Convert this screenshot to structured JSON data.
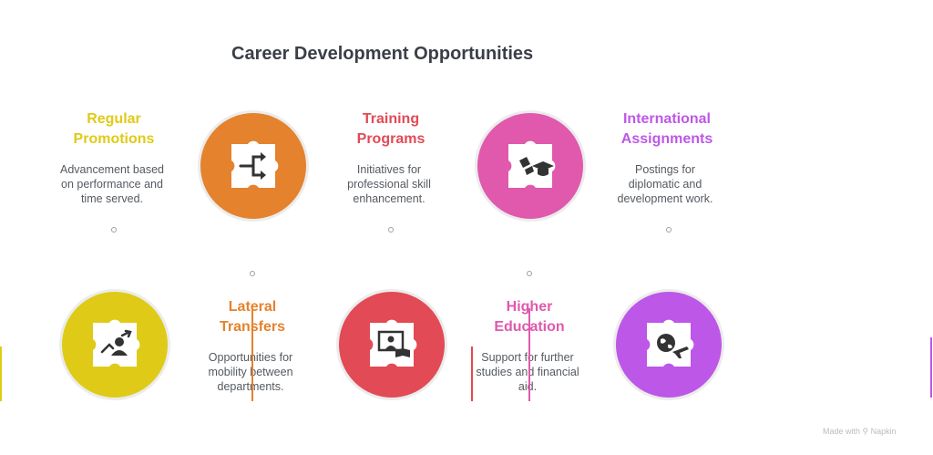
{
  "title": "Career Development Opportunities",
  "items": [
    {
      "heading_line1": "Regular",
      "heading_line2": "Promotions",
      "desc_line1": "Advancement based",
      "desc_line2": "on performance and",
      "desc_line3": "time served.",
      "color": "#dfcb17",
      "icon": "branch-arrows-icon"
    },
    {
      "heading_line1": "Lateral",
      "heading_line2": "Transfers",
      "desc_line1": "Opportunities for",
      "desc_line2": "mobility between",
      "desc_line3": "departments.",
      "color": "#e5822d",
      "icon": "growth-person-icon"
    },
    {
      "heading_line1": "Training",
      "heading_line2": "Programs",
      "desc_line1": "Initiatives for",
      "desc_line2": "professional skill",
      "desc_line3": "enhancement.",
      "color": "#e24a55",
      "icon": "presentation-icon"
    },
    {
      "heading_line1": "Higher",
      "heading_line2": "Education",
      "desc_line1": "Support for further",
      "desc_line2": "studies and financial",
      "desc_line3": "aid.",
      "color": "#e059ad",
      "icon": "graduation-cap-icon"
    },
    {
      "heading_line1": "International",
      "heading_line2": "Assignments",
      "desc_line1": "Postings for",
      "desc_line2": "diplomatic and",
      "desc_line3": "development work.",
      "color": "#bd57e8",
      "icon": "globe-plane-icon"
    }
  ],
  "circle_colors": {
    "orange": "#e5822d",
    "pink": "#e059ad",
    "yellow": "#dfcb17",
    "red": "#e24a55",
    "purple": "#bd57e8"
  },
  "watermark": "Made with ⚲ Napkin"
}
